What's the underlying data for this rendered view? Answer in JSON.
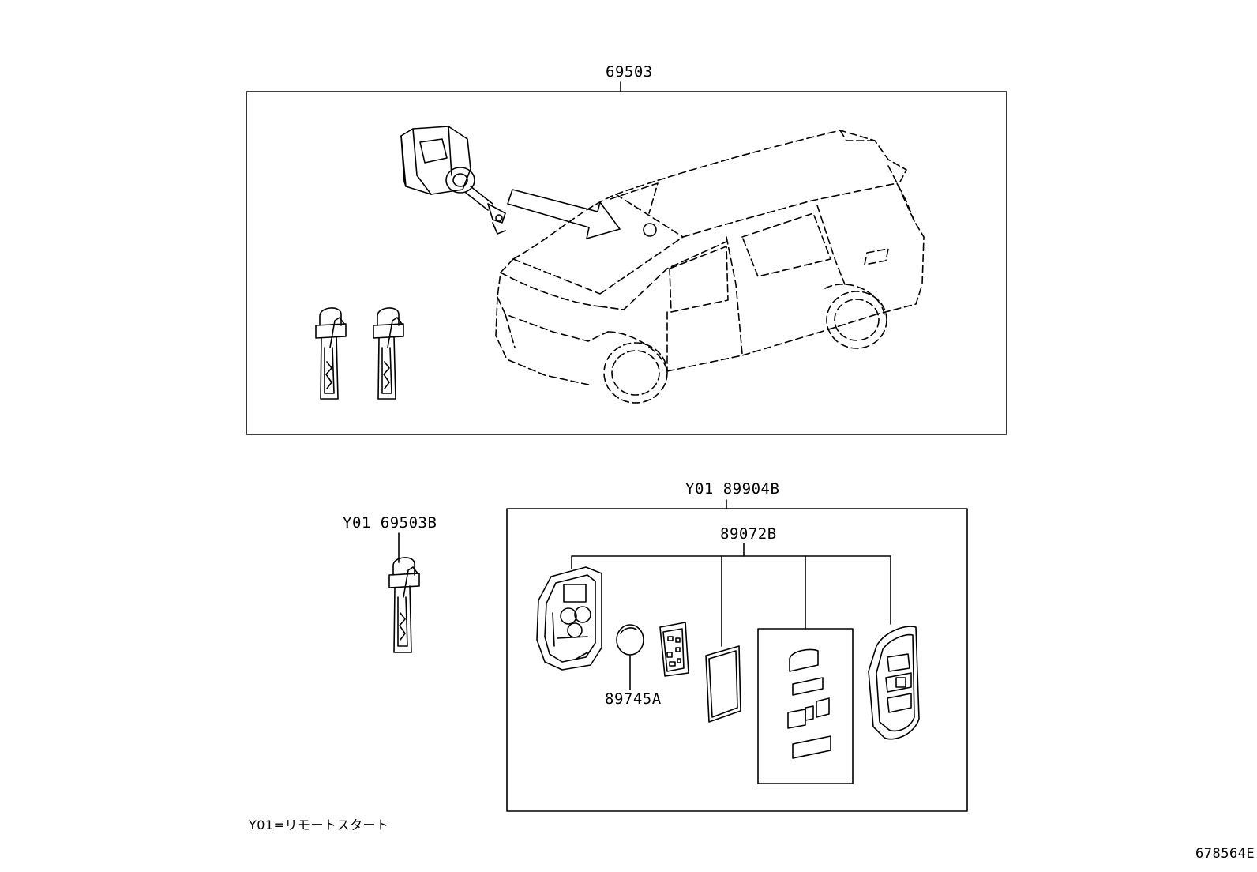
{
  "labels": {
    "main_assembly": "69503",
    "key_blank": "Y01 69503B",
    "remote_kit": "Y01 89904B",
    "transmitter_assy": "89072B",
    "battery": "89745A"
  },
  "note": "Y01=リモートスタート",
  "diagram_ref": "678564E",
  "icons": [
    "ignition-lock-cylinder-icon",
    "mechanical-key-icon",
    "minivan-icon",
    "smart-key-case-icon",
    "coin-battery-icon",
    "circuit-board-icon",
    "seal-gasket-icon",
    "button-pads-icon",
    "smart-key-cover-icon"
  ]
}
